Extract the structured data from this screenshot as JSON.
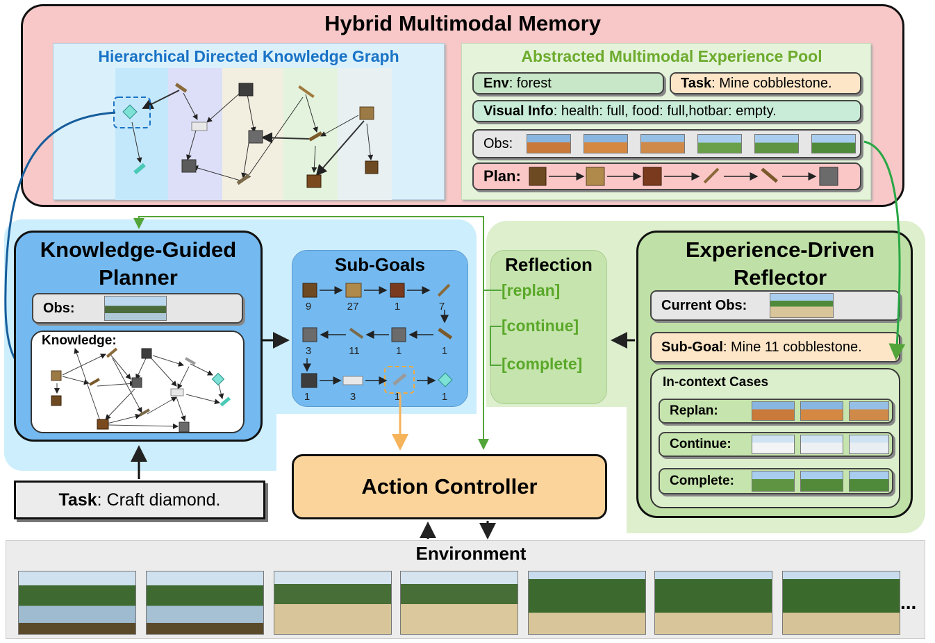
{
  "memory": {
    "title": "Hybrid Multimodal Memory",
    "graph_title": "Hierarchical Directed Knowledge Graph",
    "pool_title": "Abstracted Multimodal Experience Pool",
    "env_key": "Env",
    "env_value": ": forest",
    "task_key": "Task",
    "task_value": ": Mine cobblestone.",
    "visual_key": "Visual Info",
    "visual_value": ": health: full, food: full,hotbar: empty.",
    "obs_label": "Obs:",
    "plan_label": "Plan:"
  },
  "planner": {
    "title_line1": "Knowledge-Guided",
    "title_line2": "Planner",
    "obs_label": "Obs:",
    "knowledge_label": "Knowledge:"
  },
  "task": {
    "key": "Task",
    "value": ": Craft diamond."
  },
  "subgoals": {
    "title": "Sub-Goals",
    "counts": [
      "9",
      "27",
      "1",
      "7",
      "1",
      "1",
      "11",
      "3",
      "1",
      "3",
      "1",
      "1"
    ]
  },
  "reflection": {
    "title": "Reflection",
    "replan": "[replan]",
    "continue": "[continue]",
    "complete": "[complete]"
  },
  "reflector": {
    "title_line1": "Experience-Driven",
    "title_line2": "Reflector",
    "current_obs": "Current Obs:",
    "subgoal_key": "Sub-Goal",
    "subgoal_value": ": Mine 11 cobblestone.",
    "cases_title": "In-context Cases",
    "replan": "Replan:",
    "continue": "Continue:",
    "complete": "Complete:"
  },
  "controller": {
    "title": "Action Controller"
  },
  "environment": {
    "title": "Environment",
    "ellipsis": "..."
  },
  "colors": {
    "memory_bg": "#f8c8c8",
    "graph_bg": "#d9f0fb",
    "pool_bg": "#e4f3da",
    "blue_region": "#cdeefc",
    "planner_box": "#74baf0",
    "subgoals_box": "#74baf0",
    "green_region": "#ddefcd",
    "reflector_box": "#bfe0a6",
    "controller_box": "#fbd49c",
    "graph_title": "#1a73c6",
    "pool_title": "#6dab2d",
    "reflect_text": "#5aa82a",
    "env_bar": "#ececec"
  }
}
